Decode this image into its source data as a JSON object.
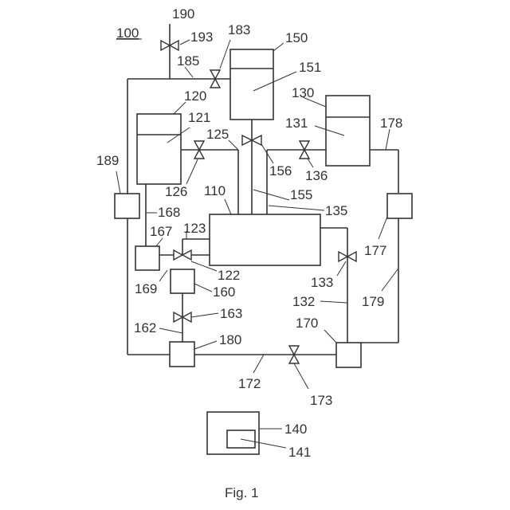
{
  "figure": {
    "title": "100",
    "caption": "Fig. 1"
  },
  "labels": {
    "l190": "190",
    "l193": "193",
    "l183": "183",
    "l150": "150",
    "l185": "185",
    "l151": "151",
    "l130": "130",
    "l120": "120",
    "l121": "121",
    "l131": "131",
    "l178": "178",
    "l125": "125",
    "l189": "189",
    "l156": "156",
    "l136": "136",
    "l126": "126",
    "l110": "110",
    "l155": "155",
    "l168": "168",
    "l135": "135",
    "l167": "167",
    "l123": "123",
    "l177": "177",
    "l122": "122",
    "l169": "169",
    "l160": "160",
    "l133": "133",
    "l163": "163",
    "l132": "132",
    "l179": "179",
    "l170": "170",
    "l162": "162",
    "l180": "180",
    "l172": "172",
    "l173": "173",
    "l140": "140",
    "l141": "141"
  }
}
